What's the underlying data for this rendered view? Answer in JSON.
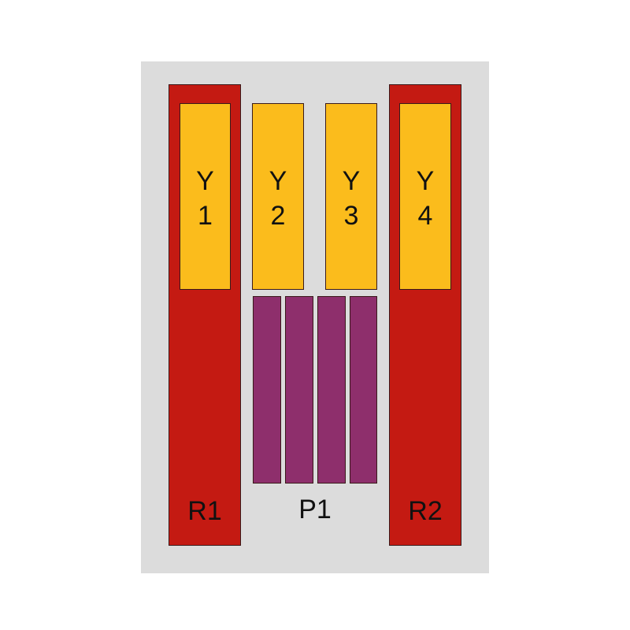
{
  "colors": {
    "panel": "#dcdcdc",
    "red": "#c41a12",
    "yellow": "#fbbc1c",
    "purple": "#8e2f6c"
  },
  "red_blocks": [
    {
      "label": "R1"
    },
    {
      "label": "R2"
    }
  ],
  "yellow_blocks": [
    {
      "letter": "Y",
      "number": "1"
    },
    {
      "letter": "Y",
      "number": "2"
    },
    {
      "letter": "Y",
      "number": "3"
    },
    {
      "letter": "Y",
      "number": "4"
    }
  ],
  "purple_group": {
    "label": "P1",
    "bar_count": 4
  }
}
